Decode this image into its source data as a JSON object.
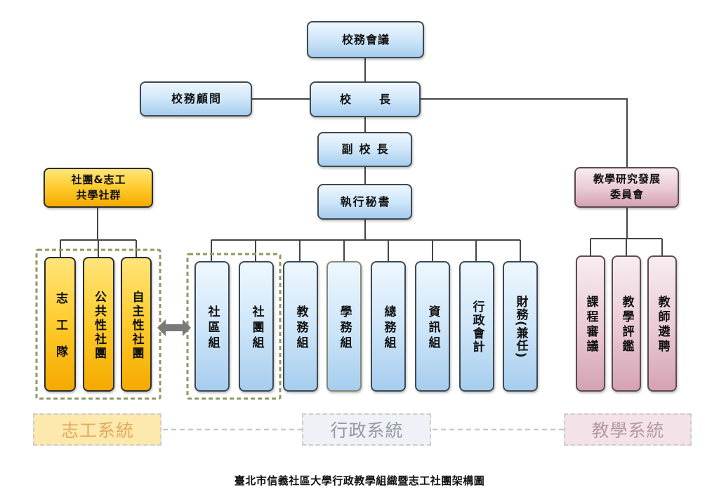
{
  "org": {
    "council": "校務會議",
    "principal": "校長",
    "advisor": "校務顧問",
    "vice_principal": "副校長",
    "executive_secretary": "執行秘書"
  },
  "volunteer_system": {
    "group_line1": "社團&志工",
    "group_line2": "共學社群",
    "columns": [
      "志工隊",
      "公共性社團",
      "自主性社團"
    ],
    "label": "志工系統"
  },
  "admin_system": {
    "columns": [
      "社區組",
      "社團組",
      "教務組",
      "學務組",
      "總務組",
      "資訊組",
      "行政會計",
      "財務(兼任)"
    ],
    "label": "行政系統"
  },
  "teaching_system": {
    "committee_line1": "教學研究發展",
    "committee_line2": "委員會",
    "columns": [
      "課程審議",
      "教學評鑑",
      "教師遴聘"
    ],
    "label": "教學系統"
  },
  "caption": "臺北市信義社區大學行政教學組織暨志工社團架構圖",
  "colors": {
    "admin_box": "#a6cdee",
    "volunteer_box": "#f5a900",
    "teaching_box": "#d5a2b3",
    "connector": "#454545",
    "group_dashed": "#8c9a62"
  }
}
